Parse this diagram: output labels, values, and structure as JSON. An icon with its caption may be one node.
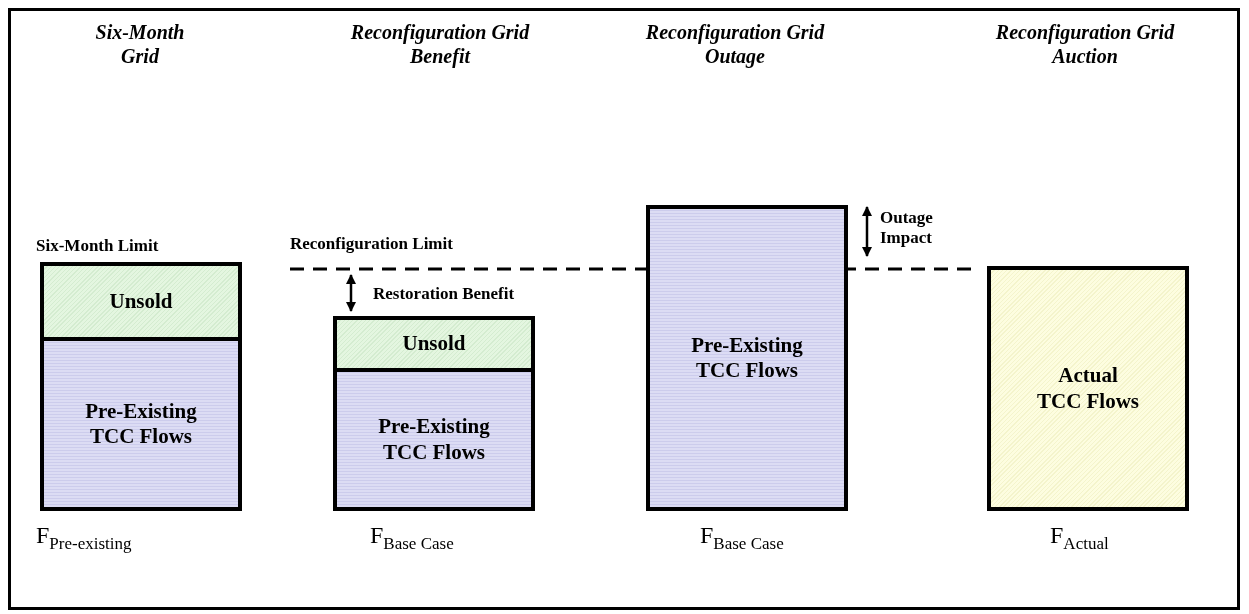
{
  "diagram": {
    "nodes": [
      {
        "text": [
          "Unsold"
        ]
      },
      {
        "text": [
          "Pre-Existing TCC Flows"
        ],
        "beside": [
          "F$_{Pre-existing}$"
        ]
      },
      {
        "text": [
          "Unsold"
        ]
      },
      {
        "text": [
          "Pre-Existing TCC Flows"
        ],
        "beside": [
          "F$_{Base Case}$"
        ]
      },
      {
        "text": [
          "Pre-Existing TCC Flows"
        ],
        "beside": [
          "F$_{Base Case}$"
        ]
      },
      {
        "text": [
          "Actual TCC Flows"
        ],
        "beside": [
          "F$_{Actual}$"
        ]
      }
    ],
    "edges": [],
    "labels": [
      "Six-Month Grid",
      "Reconfiguration Grid Benefit",
      "Reconfiguration Grid Outage",
      "Reconfiguration Grid Auction",
      "Outage Impact",
      "Six-Month Limit",
      "Reconfiguration Limit",
      "Restoration Benefit"
    ]
  }
}
